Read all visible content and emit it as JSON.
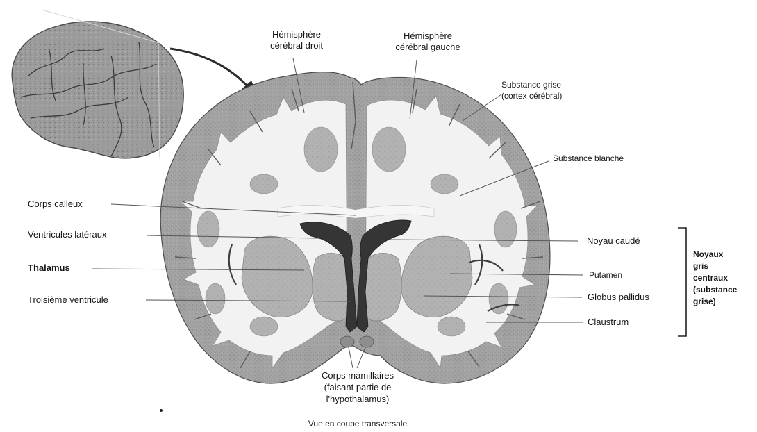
{
  "labels": {
    "hemisphere_right": [
      "Hémisphère",
      "cérébral droit"
    ],
    "hemisphere_left": [
      "Hémisphère",
      "cérébral gauche"
    ],
    "grey_matter": [
      "Substance grise",
      "(cortex cérébral)"
    ],
    "white_matter": "Substance blanche",
    "corpus_callosum": "Corps calleux",
    "lateral_ventricles": "Ventricules latéraux",
    "thalamus": "Thalamus",
    "third_ventricle": "Troisième ventricule",
    "caudate_nucleus": "Noyau caudé",
    "putamen": "Putamen",
    "globus_pallidus": "Globus pallidus",
    "claustrum": "Claustrum",
    "basal_nuclei_group": [
      "Noyaux",
      "gris",
      "centraux",
      "(substance",
      "grise)"
    ],
    "mammillary_bodies": [
      "Corps mamillaires",
      "(faisant partie de",
      "l'hypothalamus)"
    ],
    "caption": "Vue en coupe transversale"
  },
  "colors": {
    "background": "#ffffff",
    "ink": "#151515",
    "grey_matter": "#9a9a9a",
    "white_matter": "#f1f1f1",
    "deep_grey": "#a8a8a8",
    "ventricle": "#3a3a3a"
  }
}
